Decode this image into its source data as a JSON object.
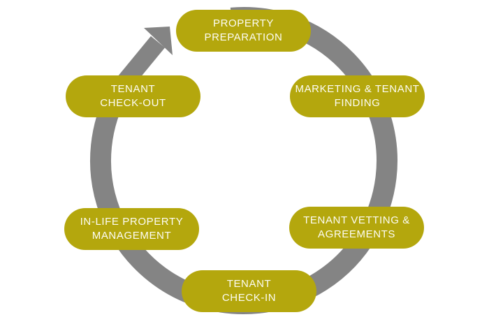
{
  "colors": {
    "pill": "#b4a70d",
    "ring": "#848484",
    "label": "#fdfdf5",
    "page": "#ffffff"
  },
  "stages": [
    {
      "id": "property-preparation",
      "line1": "PROPERTY",
      "line2": "PREPARATION"
    },
    {
      "id": "marketing-tenant-finding",
      "line1": "MARKETING & TENANT",
      "line2": "FINDING"
    },
    {
      "id": "tenant-vetting-agreements",
      "line1": "TENANT VETTING &",
      "line2": "AGREEMENTS"
    },
    {
      "id": "tenant-check-in",
      "line1": "TENANT",
      "line2": "CHECK-IN"
    },
    {
      "id": "in-life-property-management",
      "line1": "IN-LIFE PROPERTY",
      "line2": "MANAGEMENT"
    },
    {
      "id": "tenant-check-out",
      "line1": "TENANT",
      "line2": "CHECK-OUT"
    }
  ]
}
